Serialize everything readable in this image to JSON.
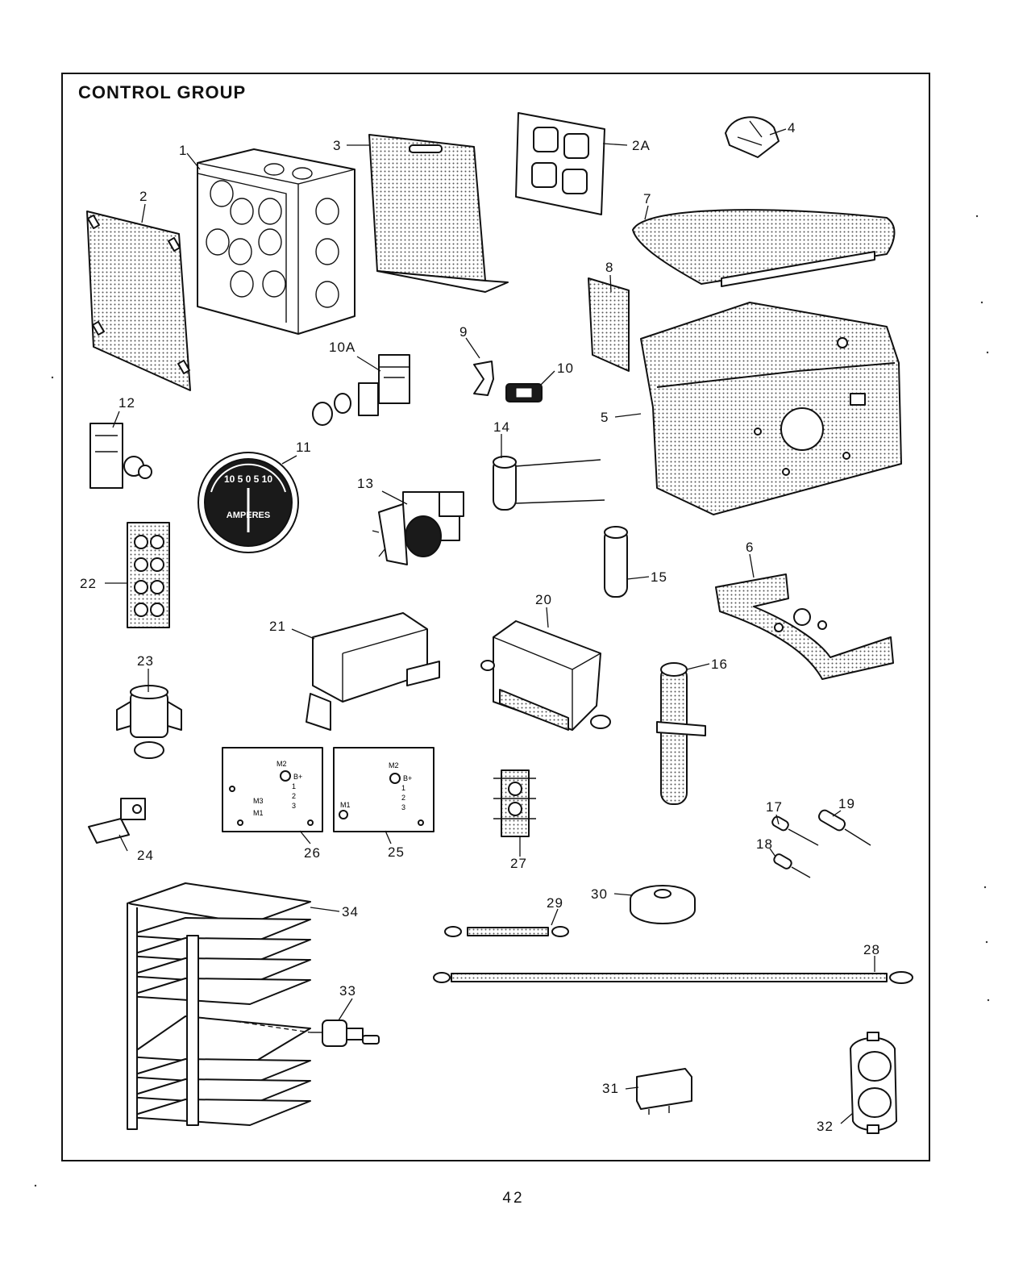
{
  "title": "CONTROL GROUP",
  "page_number": "42",
  "callouts": [
    "1",
    "2",
    "2A",
    "3",
    "4",
    "5",
    "6",
    "7",
    "8",
    "9",
    "10",
    "10A",
    "11",
    "12",
    "13",
    "14",
    "15",
    "16",
    "17",
    "18",
    "19",
    "20",
    "21",
    "22",
    "23",
    "24",
    "25",
    "26",
    "27",
    "28",
    "29",
    "30",
    "31",
    "32",
    "33",
    "34"
  ],
  "gauge_label": "AMPERES",
  "gauge_scale": "10 5 0 5 10",
  "panel_26": {
    "marks": [
      "M2",
      "B+",
      "1",
      "2",
      "3",
      "M3",
      "M1"
    ]
  },
  "panel_25": {
    "marks": [
      "M2",
      "B+",
      "1",
      "2",
      "3",
      "M1"
    ]
  }
}
